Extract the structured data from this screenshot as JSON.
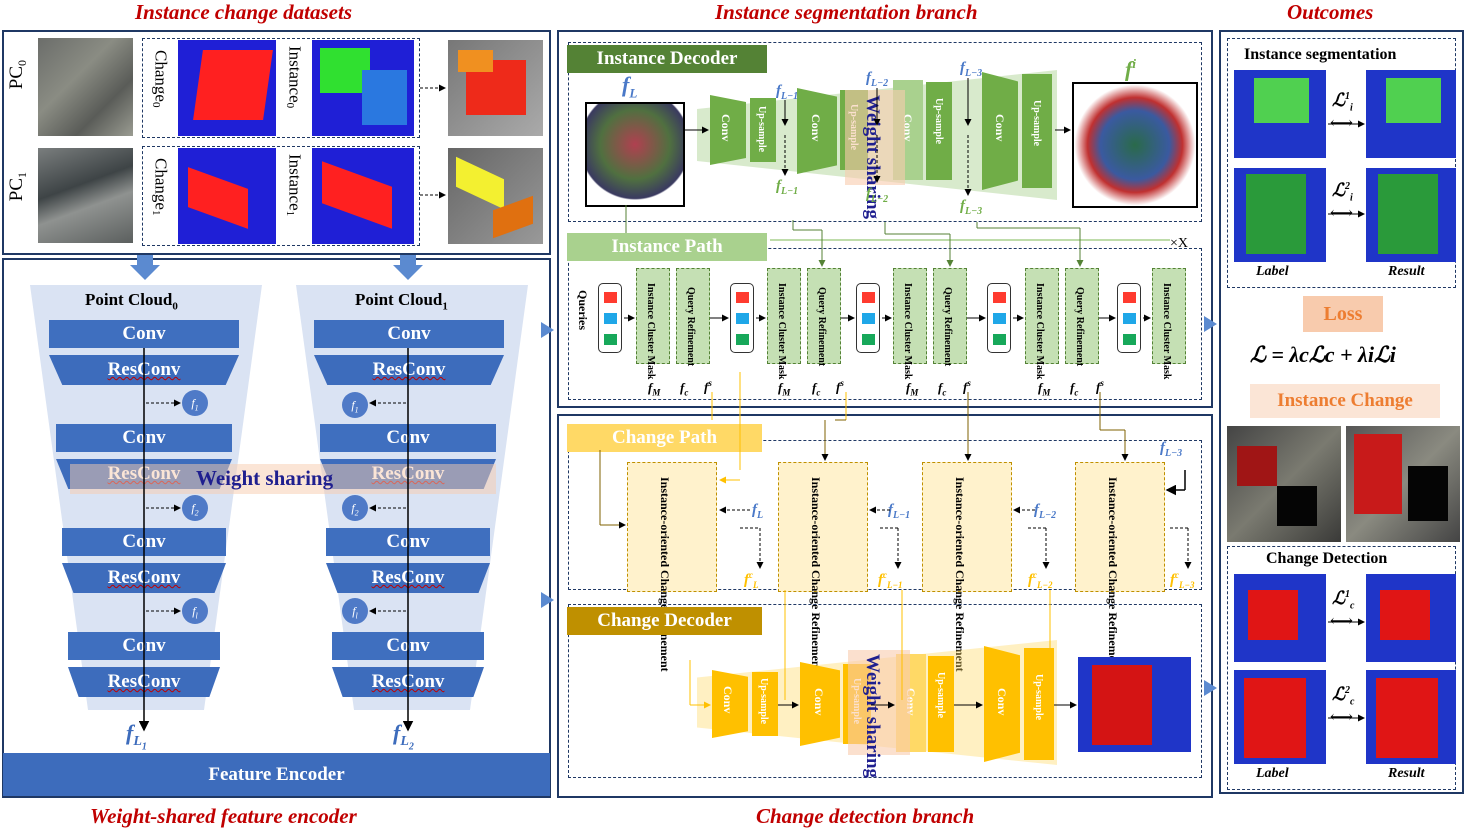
{
  "titles": {
    "datasets": "Instance change datasets",
    "seg_branch": "Instance segmentation branch",
    "outcomes": "Outcomes",
    "encoder": "Weight-shared feature encoder",
    "change_branch": "Change detection branch"
  },
  "datasets": {
    "pc0": "PC",
    "pc0_sub": "0",
    "pc1": "PC",
    "pc1_sub": "1",
    "change0": "Change",
    "change0_sub": "0",
    "instance0": "Instance",
    "instance0_sub": "0",
    "change1": "Change",
    "change1_sub": "1",
    "instance1": "Instance",
    "instance1_sub": "1"
  },
  "encoder": {
    "pc0_label": "Point Cloud",
    "pc0_sub": "0",
    "pc1_label": "Point Cloud",
    "pc1_sub": "1",
    "conv": "Conv",
    "resconv": "ResConv",
    "weight_sharing": "Weight sharing",
    "f1_0": "f",
    "f1_0_sub": "1",
    "f1_1": "f",
    "f2": "f",
    "fl": "f",
    "out0": "f",
    "out0_sub": "L",
    "out0_subsub": "1",
    "out1": "f",
    "out1_sub": "L",
    "out1_subsub": "2",
    "footer": "Feature Encoder"
  },
  "seg": {
    "decoder_label": "Instance Decoder",
    "fL": "f",
    "fL_sub": "L",
    "fi": "f",
    "fi_sup": "i",
    "conv": "Conv",
    "upsample": "Up-sample",
    "weight_sharing": "Weight sharing",
    "fL1": "f",
    "fL1_sub": "L−1",
    "fL2": "f",
    "fL2_sub": "L−2",
    "fL3": "f",
    "fL3_sub": "L−3",
    "fiL1_sub": "L−1",
    "fiL2_sub": "L−2",
    "fiL3_sub": "L−3",
    "path_label": "Instance Path",
    "times_x": "×X",
    "queries": "Queries",
    "cluster_mask": "Instance Cluster Mask",
    "query_refinement": "Query Refinement",
    "fM": "f",
    "fM_sub": "M",
    "fc": "f",
    "fc_sub": "c",
    "fs": "f",
    "fs_sup": "s"
  },
  "change": {
    "path_label": "Change Path",
    "refine": "Instance-oriented Change Refinement",
    "fL": "f",
    "fL_sub": "L",
    "fL1_sub": "L−1",
    "fL2_sub": "L−2",
    "fL3_sub": "L−3",
    "fcL_sub": "L",
    "fcL1_sub": "L−1",
    "fcL2_sub": "L−2",
    "fcL3_sub": "L−3",
    "c_sup": "c",
    "decoder_label": "Change Decoder",
    "conv": "Conv",
    "upsample": "Up-sample",
    "weight_sharing": "Weight sharing"
  },
  "outcomes": {
    "seg_title": "Instance segmentation",
    "li1": "ℒ",
    "li_sub": "i",
    "li1_sup": "1",
    "li2_sup": "2",
    "label": "Label",
    "result": "Result",
    "loss": "Loss",
    "formula": "ℒ = λcℒc + λiℒi",
    "instance_change": "Instance Change",
    "cd_title": "Change Detection",
    "lc": "ℒ",
    "lc_sub": "c",
    "lc1_sup": "1",
    "lc2_sup": "2"
  },
  "colors": {
    "title_red": "#c00000",
    "navy": "#1f3864",
    "encoder_blue": "#3d6cbc",
    "dark_green": "#548235",
    "light_green": "#a9d18e",
    "gold": "#bf9000",
    "yellow": "#ffd966",
    "loss_bg": "#f8cbad"
  }
}
